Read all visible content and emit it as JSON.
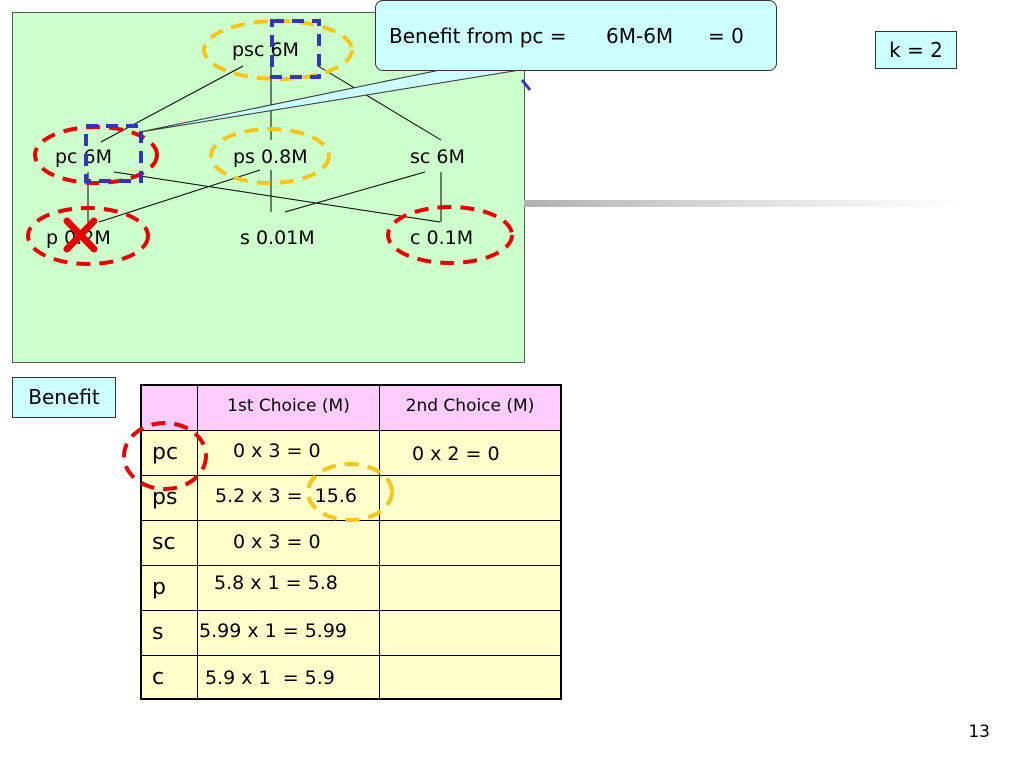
{
  "lattice": {
    "nodes": {
      "psc": "psc  6M",
      "pc": "pc  6M",
      "ps": "ps 0.8M",
      "sc": "sc 6M",
      "p": "p  0.2M",
      "s": "s 0.01M",
      "c": "c 0.1M"
    },
    "selected_views": [
      "psc",
      "pc"
    ],
    "removed_view": "p"
  },
  "callout": {
    "label": "Benefit from pc =",
    "expression": "6M-6M",
    "result": "= 0"
  },
  "k_label": "k = 2",
  "benefit_label": "Benefit",
  "table": {
    "headers": [
      "",
      "1st Choice (M)",
      "2nd Choice (M)"
    ],
    "rows": [
      {
        "view": "pc",
        "first": "0 x 3 = 0",
        "second": "0 x 2 = 0"
      },
      {
        "view": "ps",
        "first": "5.2 x 3 =  15.6",
        "second": ""
      },
      {
        "view": "sc",
        "first": "0 x 3 = 0",
        "second": ""
      },
      {
        "view": "p",
        "first": "5.8 x 1 = 5.8",
        "second": ""
      },
      {
        "view": "s",
        "first": "5.99 x 1 = 5.99",
        "second": ""
      },
      {
        "view": "c",
        "first": "5.9 x 1  = 5.9",
        "second": ""
      }
    ]
  },
  "page_number": "13",
  "colors": {
    "lattice_bg": "#ccffcc",
    "callout_bg": "#ccffff",
    "table_header": "#ffccff",
    "table_body": "#ffffcc",
    "red_marker": "#e60000",
    "blue_marker": "#3333bb",
    "yellow_marker": "#f5c518"
  }
}
